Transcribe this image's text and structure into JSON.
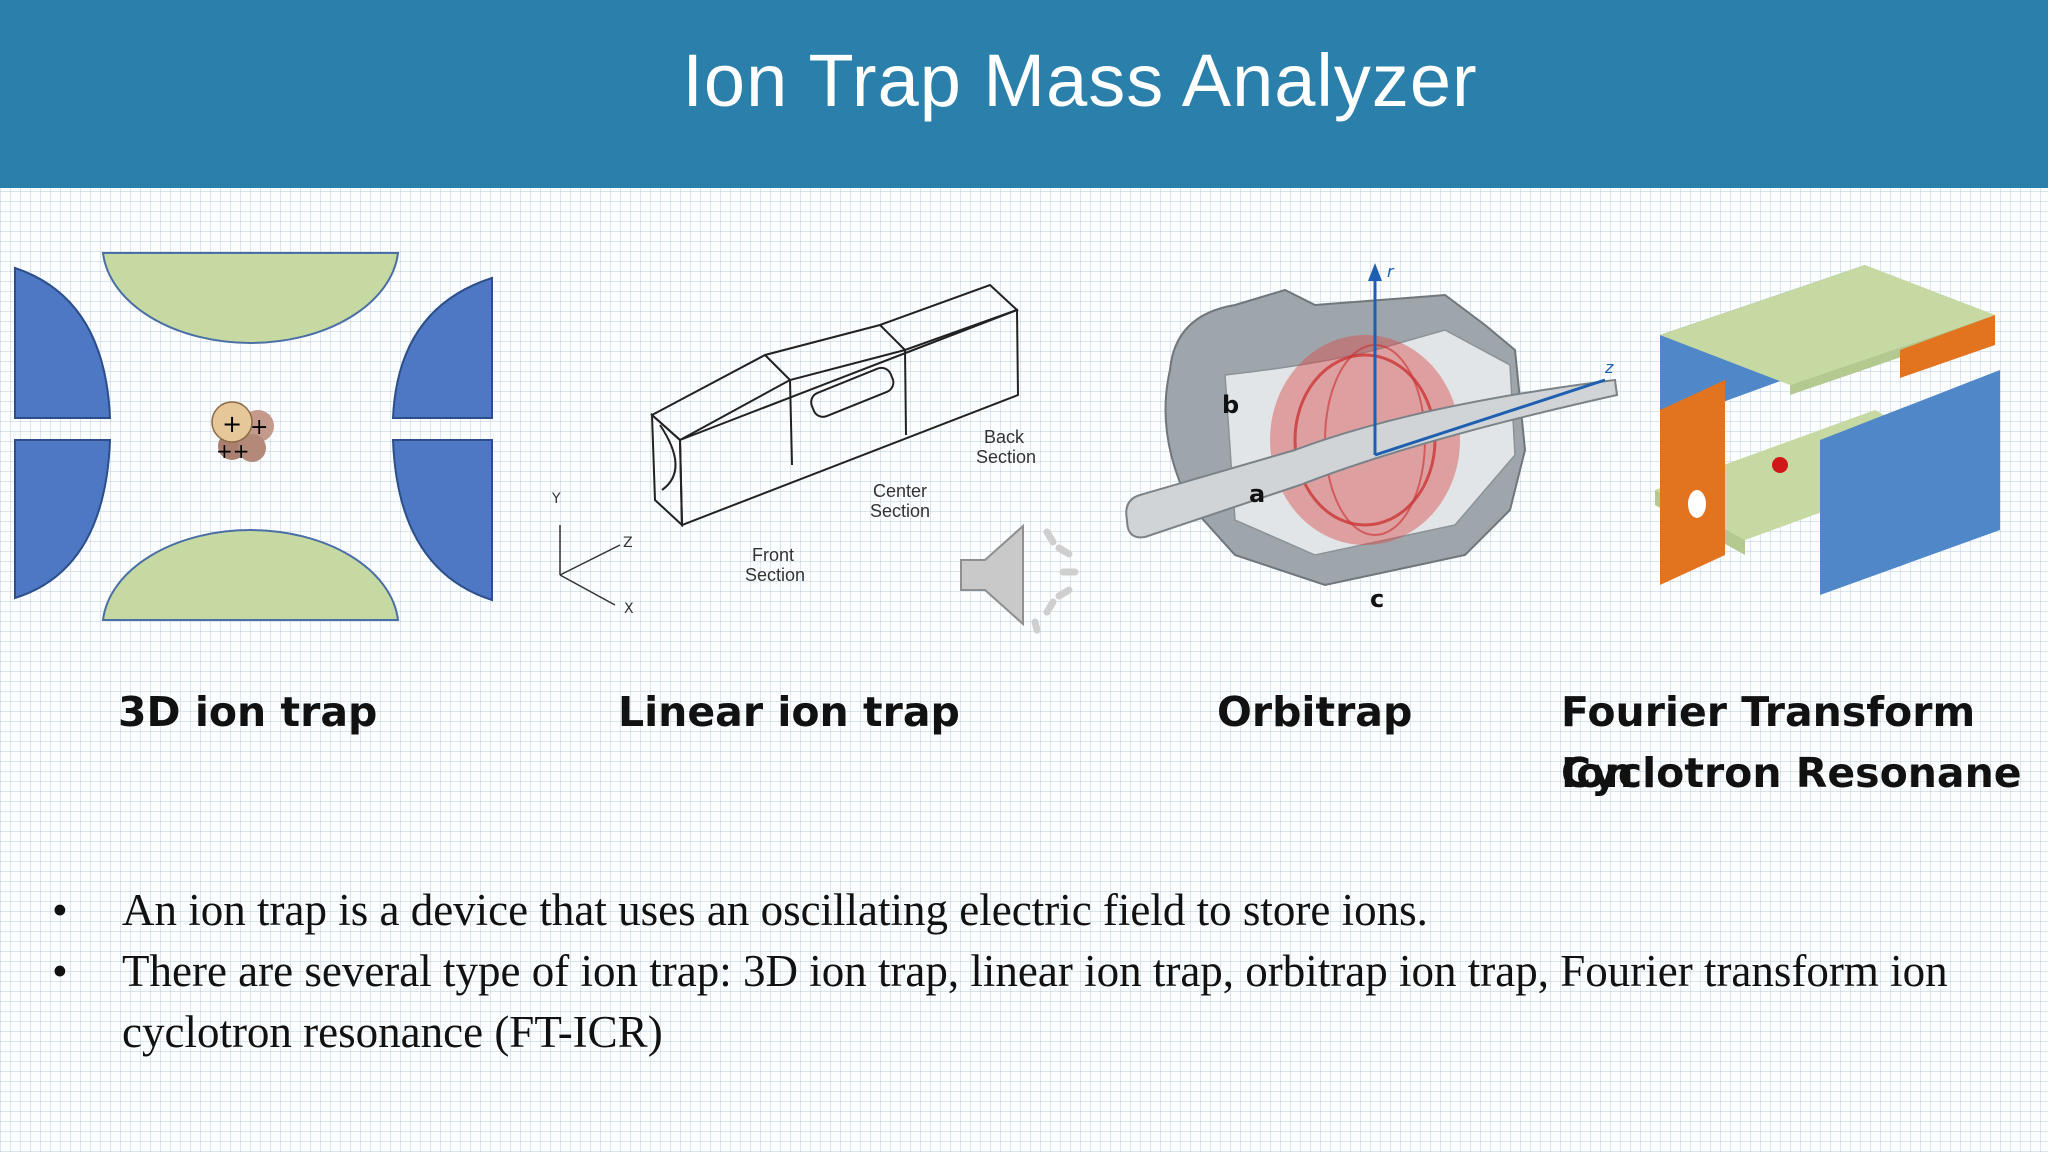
{
  "slide": {
    "title": "Ion Trap Mass Analyzer",
    "accent_color": "#2a80aa"
  },
  "figures": {
    "linear_trap": {
      "back_label": [
        "Back",
        "Section"
      ],
      "center_label": [
        "Center",
        "Section"
      ],
      "front_label": [
        "Front",
        "Section"
      ],
      "axes": [
        "Y",
        "Z",
        "X"
      ]
    },
    "orbitrap": {
      "labels": [
        "b",
        "a",
        "c",
        "r",
        "z"
      ]
    }
  },
  "captions": {
    "ion_trap_3d": "3D ion trap",
    "linear_ion_trap": "Linear ion trap",
    "orbitrap": "Orbitrap",
    "ft_icr_line1": "Fourier Transform Ion",
    "ft_icr_line2": "Cyclotron Resonane"
  },
  "bullets": [
    "An ion trap is a device that uses an oscillating electric field to store ions.",
    "There are several type of ion trap: 3D ion trap, linear ion trap, orbitrap ion trap, Fourier transform ion cyclotron resonance (FT-ICR)"
  ],
  "icons": [
    "speaker-icon"
  ]
}
